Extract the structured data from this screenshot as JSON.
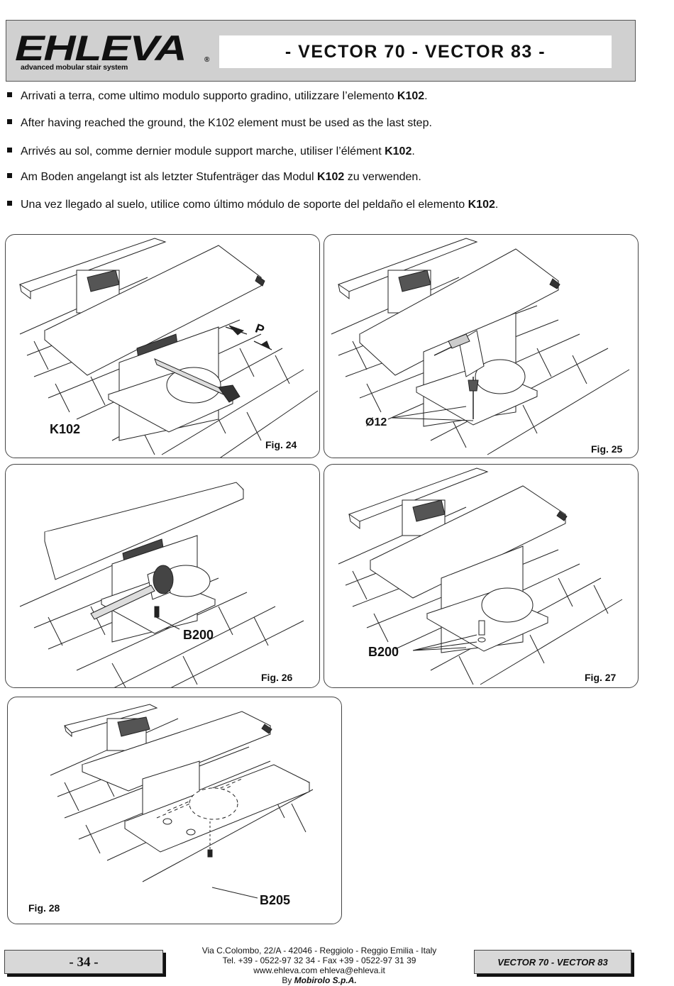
{
  "header": {
    "logo_word": "EHLEVA",
    "logo_reg": "®",
    "logo_tagline": "advanced mobular stair system",
    "title": "-  VECTOR 70  -  VECTOR 83 -"
  },
  "bullets": [
    {
      "text": "Arrivati a terra, come ultimo modulo supporto gradino, utilizzare l’elemento ",
      "bold": "K102",
      "tail": "."
    },
    {
      "text": "After having reached the ground, the K102 element must be used as the last step.",
      "bold": "",
      "tail": ""
    },
    {
      "text": "Arrivés au sol, comme dernier module support marche, utiliser l’élément ",
      "bold": "K102",
      "tail": "."
    },
    {
      "text": "Am Boden angelangt ist als letzter Stufenträger das Modul  ",
      "bold": "K102",
      "tail": " zu verwenden."
    },
    {
      "text": "Una vez llegado al suelo, utilice como último módulo de soporte del peldaño el elemento ",
      "bold": "K102",
      "tail": "."
    }
  ],
  "figures": [
    {
      "label": "Fig. 24",
      "callout": "K102",
      "callout2": "P"
    },
    {
      "label": "Fig. 25",
      "callout": "Ø12"
    },
    {
      "label": "Fig. 26",
      "callout": "B200"
    },
    {
      "label": "Fig. 27",
      "callout": "B200"
    },
    {
      "label": "Fig. 28",
      "callout": "B205"
    }
  ],
  "footer": {
    "page": "- 34 -",
    "address_line1": "Via C.Colombo, 22/A - 42046 - Reggiolo - Reggio Emilia - Italy",
    "address_line2": "Tel. +39 - 0522-97 32 34  -  Fax +39 - 0522-97 31 39",
    "address_line3": "www.ehleva.com       ehleva@ehleva.it",
    "by_prefix": "By ",
    "by_company": "Mobirolo S.p.A.",
    "product": "VECTOR 70 - VECTOR 83"
  }
}
